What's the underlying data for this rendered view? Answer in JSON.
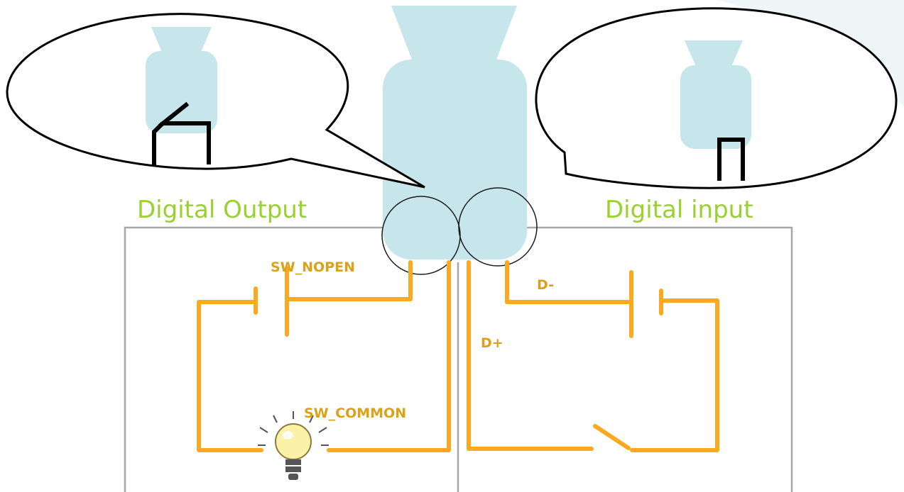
{
  "diagram": {
    "left_panel": {
      "title": "Digital Output",
      "labels": {
        "nopen": "SW_NOPEN",
        "common": "SW_COMMON"
      }
    },
    "right_panel": {
      "title": "Digital input",
      "labels": {
        "d_minus": "D-",
        "d_plus": "D+"
      }
    }
  },
  "colors": {
    "title": "#9bd12e",
    "wire": "#fba920",
    "label": "#d9a21a",
    "device": "#c7e6ec",
    "frame": "#a8a8a8"
  },
  "icons": [
    "relay-switch-symbol-icon",
    "pulse-symbol-icon",
    "light-bulb-icon",
    "battery-icon",
    "switch-icon"
  ]
}
